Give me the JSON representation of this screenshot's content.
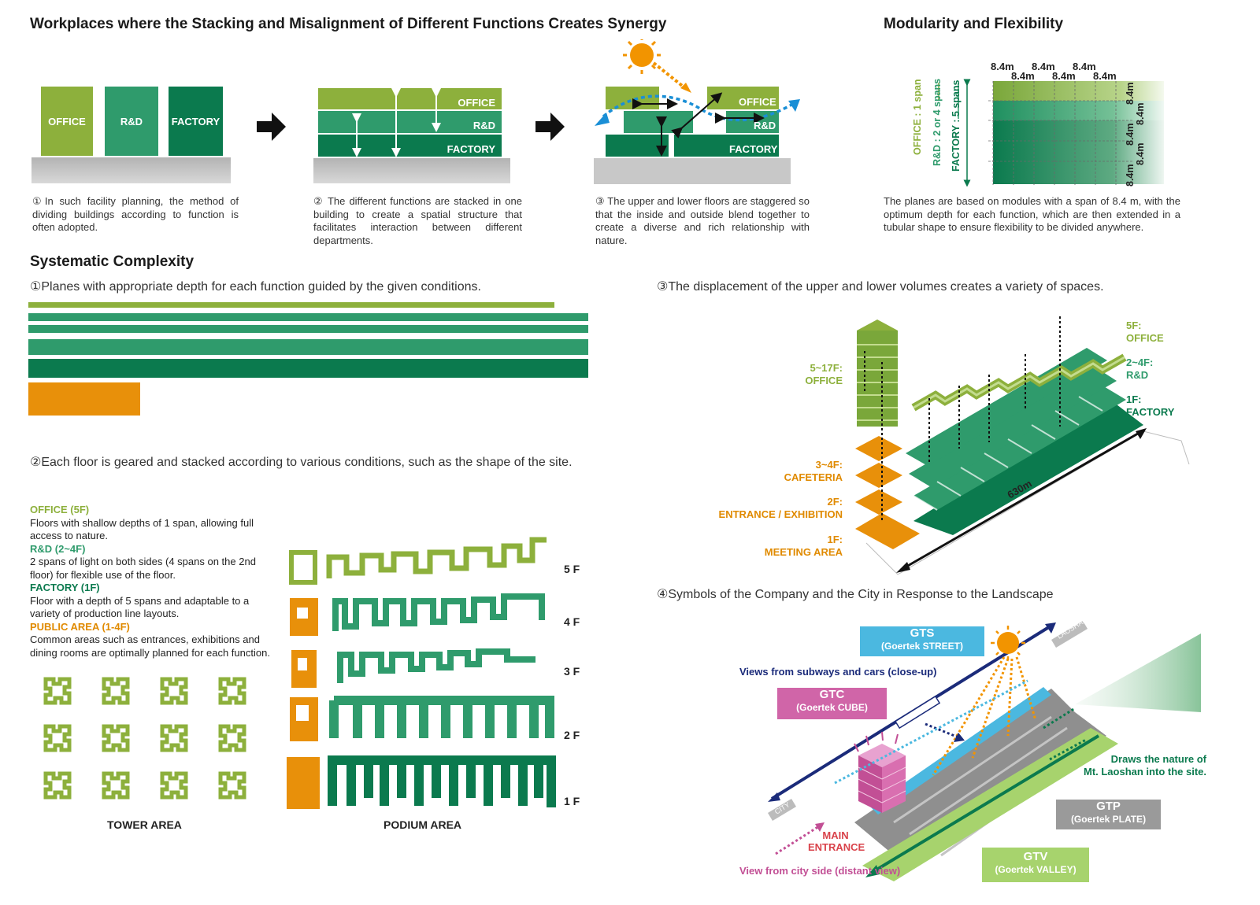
{
  "top": {
    "title": "Workplaces where the Stacking and Misalignment of Different Functions Creates Synergy",
    "labels": {
      "office": "OFFICE",
      "rnd": "R&D",
      "factory": "FACTORY"
    },
    "captions": [
      "①In such facility planning, the method of dividing buildings according to function is often adopted.",
      "② The different functions are stacked in one building to create a spatial structure that facilitates interaction between different departments.",
      "③ The upper and lower floors are staggered so that the inside and outside blend together to create a diverse and rich relationship with nature."
    ]
  },
  "modularity": {
    "title": "Modularity and Flexibility",
    "span": "8.4m",
    "side_labels": {
      "office": "OFFICE : 1 span",
      "rnd": "R&D : 2 or 4 spans",
      "factory": "FACTORY : 5 spans"
    },
    "caption": "The planes are based on modules with a span of 8.4 m, with the optimum depth for each function, which are then extended in a tubular shape to ensure flexibility to be divided anywhere."
  },
  "systematic": {
    "title": "Systematic Complexity",
    "s1": "①Planes with appropriate depth for each function guided by the given conditions.",
    "s2": "②Each floor is geared and stacked according to various conditions, such as the shape of the site.",
    "s3": "③The displacement of the upper and lower volumes creates a variety of spaces.",
    "s4": "④Symbols of the Company and the City in Response to the Landscape"
  },
  "legend": [
    {
      "head": "OFFICE (5F)",
      "text": "Floors with shallow depths of 1 span, allowing full access to nature."
    },
    {
      "head": "R&D (2~4F)",
      "text": "2 spans of light on both sides (4 spans on the 2nd floor) for flexible use of the floor."
    },
    {
      "head": "FACTORY (1F)",
      "text": "Floor with a depth of 5 spans and adaptable to a variety of production line layouts."
    },
    {
      "head": "PUBLIC AREA (1-4F)",
      "text": "Common areas such as entrances, exhibitions and dining rooms are optimally planned for each function."
    }
  ],
  "floors": [
    "5 F",
    "4 F",
    "3 F",
    "2 F",
    "1 F"
  ],
  "areas": {
    "tower": "TOWER AREA",
    "podium": "PODIUM AREA"
  },
  "axon_labels": {
    "f5": "5F:",
    "f5b": "OFFICE",
    "f24": "2~4F:",
    "f24b": "R&D",
    "f1": "1F:",
    "f1b": "FACTORY",
    "t517": "5~17F:",
    "t517b": "OFFICE",
    "c34": "3~4F:",
    "c34b": "CAFETERIA",
    "e2": "2F:",
    "e2b": "ENTRANCE / EXHIBITION",
    "m1": "1F:",
    "m1b": "MEETING AREA",
    "length": "630m"
  },
  "symbols": {
    "gts": "GTS",
    "gts_sub": "(Goertek STREET)",
    "gtc": "GTC",
    "gtc_sub": "(Goertek CUBE)",
    "gtp": "GTP",
    "gtp_sub": "(Goertek PLATE)",
    "gtv": "GTV",
    "gtv_sub": "(Goertek VALLEY)",
    "views_subway": "Views from subways and cars (close-up)",
    "main_entrance_1": "MAIN",
    "main_entrance_2": "ENTRANCE",
    "view_city": "View from city side (distant view)",
    "nature_1": "Draws the nature of",
    "nature_2": "Mt. Laoshan into the site.",
    "road_city": "CITY",
    "road_laoshan": "LAOSHAN"
  },
  "colors": {
    "office": "#8db03c",
    "rnd": "#2f9b6c",
    "factory": "#0b7a4e",
    "public": "#e8900a",
    "gts": "#4bb8e0",
    "gtc": "#d065a8",
    "gtp": "#9a9a9a",
    "gtv": "#a7d36d",
    "navy": "#1b2b7a"
  }
}
